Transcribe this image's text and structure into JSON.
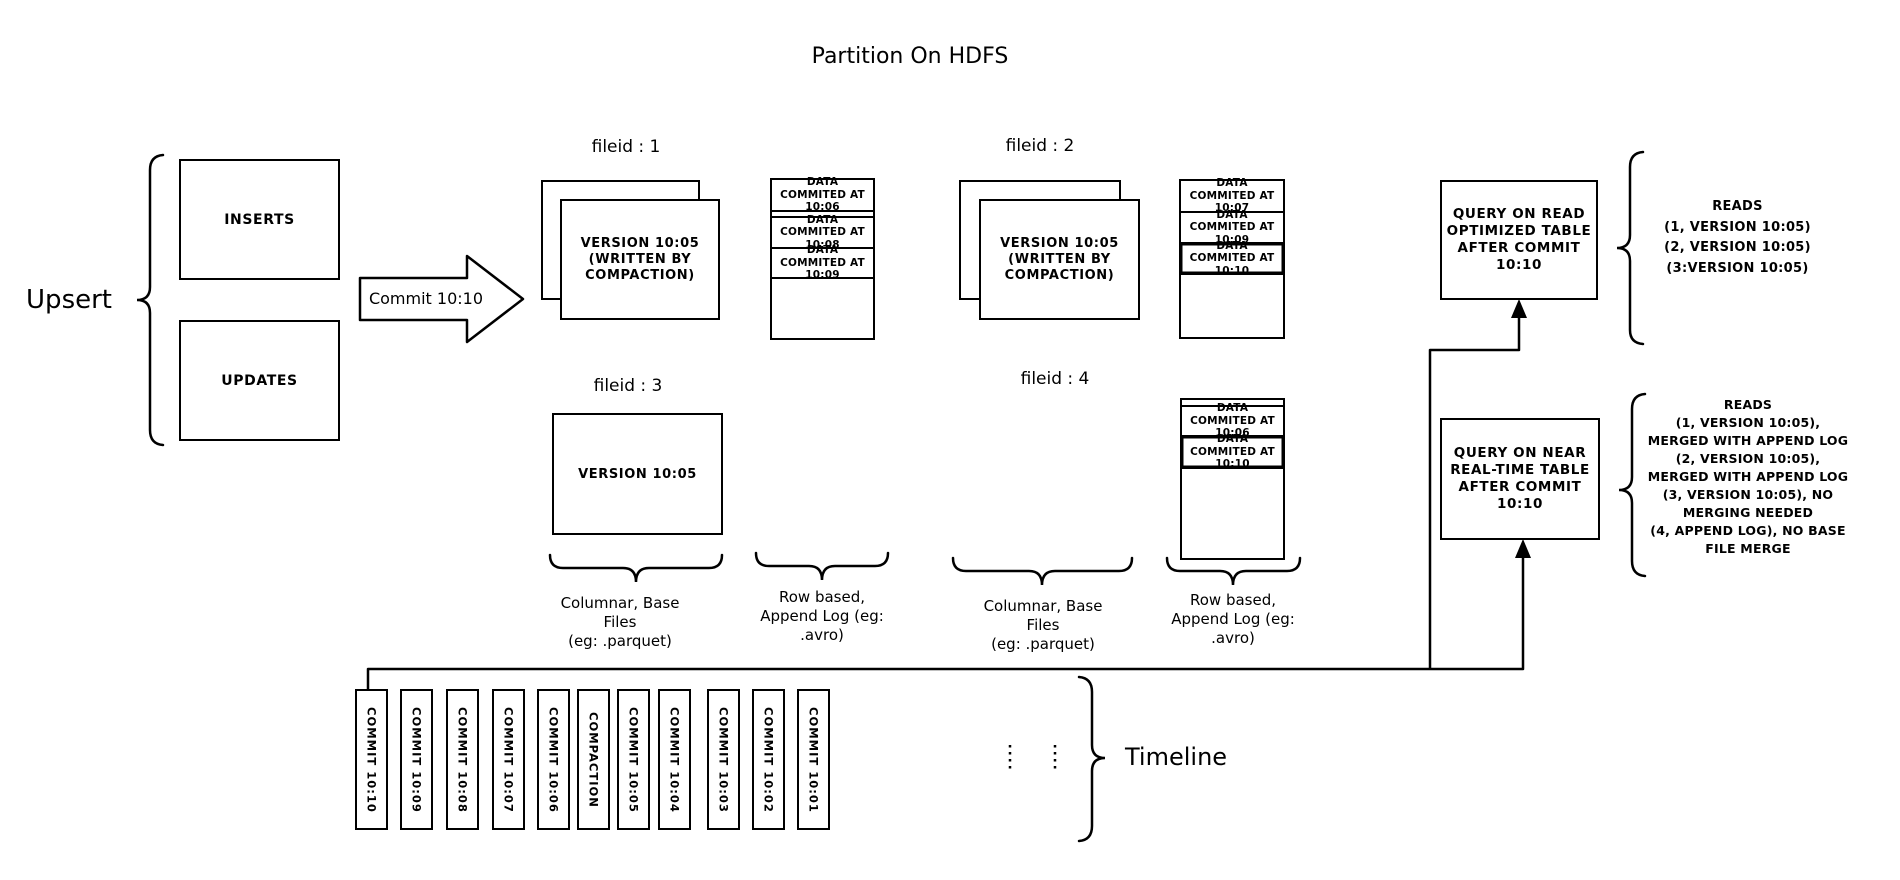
{
  "colors": {
    "ink": "#000000",
    "background": "#ffffff"
  },
  "title": "Partition On HDFS",
  "upsert": {
    "label": "Upsert",
    "inserts_label": "INSERTS",
    "updates_label": "UPDATES",
    "commit_arrow_label": "Commit 10:10"
  },
  "file_groups": {
    "fileid1": {
      "label": "fileid : 1",
      "base_file_lines": [
        "VERSION 10:05",
        "(WRITTEN BY",
        "COMPACTION)"
      ]
    },
    "fileid2": {
      "label": "fileid : 2",
      "base_file_lines": [
        "VERSION 10:05",
        "(WRITTEN BY",
        "COMPACTION)"
      ]
    },
    "fileid3": {
      "label": "fileid : 3",
      "base_file_lines": [
        "VERSION 10:05"
      ]
    },
    "fileid4": {
      "label": "fileid : 4"
    }
  },
  "append_logs": {
    "log1": {
      "segments": [
        "DATA COMMITED AT 10:06",
        "DATA COMMITED AT 10:08",
        "DATA COMMITED AT 10:09"
      ]
    },
    "log2": {
      "segments": [
        "DATA COMMITED AT 10:07",
        "DATA COMMITED AT 10:09",
        "DATA COMMITED AT 10:10"
      ]
    },
    "log4": {
      "segments": [
        "DATA COMMITED AT 10:06",
        "DATA COMMITED AT 10:10"
      ]
    }
  },
  "column_labels": {
    "columnar_left": [
      "Columnar, Base Files",
      "(eg: .parquet)"
    ],
    "row_based_left": [
      "Row based,",
      "Append Log (eg:",
      ".avro)"
    ],
    "columnar_right": [
      "Columnar, Base Files",
      "(eg: .parquet)"
    ],
    "row_based_right": [
      "Row based,",
      "Append Log (eg:",
      ".avro)"
    ]
  },
  "queries": {
    "read_optimized": {
      "box_lines": [
        "QUERY ON READ",
        "OPTIMIZED TABLE",
        "AFTER COMMIT",
        "10:10"
      ],
      "reads_lines": [
        "READS",
        "(1, VERSION 10:05)",
        "(2, VERSION 10:05)",
        "(3:VERSION 10:05)"
      ]
    },
    "near_real_time": {
      "box_lines": [
        "QUERY ON NEAR",
        "REAL-TIME TABLE",
        "AFTER COMMIT",
        "10:10"
      ],
      "reads_lines": [
        "READS",
        "(1, VERSION 10:05),",
        "MERGED WITH APPEND LOG",
        "(2, VERSION 10:05),",
        "MERGED WITH APPEND LOG",
        "(3, VERSION 10:05), NO",
        "MERGING NEEDED",
        "(4, APPEND LOG), NO BASE",
        "FILE MERGE"
      ]
    }
  },
  "timeline": {
    "label": "Timeline",
    "entries": [
      "COMMIT 10:10",
      "COMMIT 10:09",
      "COMMIT 10:08",
      "COMMIT 10:07",
      "COMMIT 10:06",
      "COMPACTION",
      "COMMIT 10:05",
      "COMMIT 10:04",
      "COMMIT 10:03",
      "COMMIT 10:02",
      "COMMIT 10:01"
    ]
  }
}
